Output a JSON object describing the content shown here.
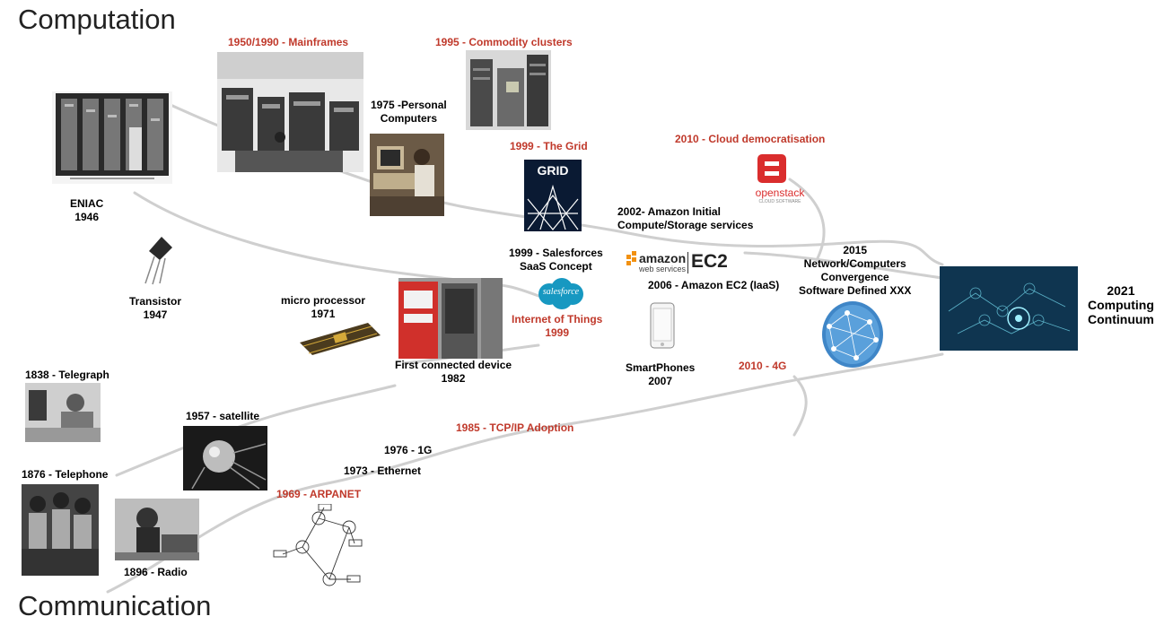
{
  "headings": {
    "top": "Computation",
    "bottom": "Communication"
  },
  "computation_milestones": {
    "mainframes": "1950/1990 - Mainframes",
    "clusters": "1995 - Commodity clusters",
    "pc_line1": "1975 -Personal",
    "pc_line2": "Computers",
    "grid": "1999 - The Grid",
    "cloud": "2010 - Cloud  democratisation",
    "eniac_line1": "ENIAC",
    "eniac_line2": "1946",
    "amazon_initial_line1": "2002- Amazon Initial",
    "amazon_initial_line2": "Compute/Storage services",
    "salesforce_line1": "1999 - Salesforces",
    "salesforce_line2": "SaaS Concept",
    "convergence_year": "2015",
    "convergence_line1": "Network/Computers",
    "convergence_line2": "Convergence",
    "convergence_line3": "Software Defined XXX",
    "ec2": "2006 - Amazon EC2 (IaaS)",
    "transistor_line1": "Transistor",
    "transistor_line2": "1947",
    "microprocessor_line1": "micro processor",
    "microprocessor_line2": "1971",
    "iot_line1": "Internet of Things",
    "iot_line2": "1999",
    "first_device_line1": "First connected device",
    "first_device_line2": "1982",
    "smartphones_line1": "SmartPhones",
    "smartphones_line2": "2007"
  },
  "communication_milestones": {
    "telegraph": "1838 - Telegraph",
    "satellite": "1957 - satellite",
    "telephone": "1876 - Telephone",
    "radio": "1896 - Radio",
    "arpanet": "1969 - ARPANET",
    "one_g": "1976 - 1G",
    "ethernet": "1973 - Ethernet",
    "tcpip": "1985 - TCP/IP Adoption",
    "four_g": "2010 - 4G"
  },
  "outcome": {
    "line1": "2021",
    "line2": "Computing",
    "line3": "Continuum"
  },
  "logos": {
    "grid_text": "GRID",
    "openstack_text": "openstack",
    "openstack_sub": "CLOUD SOFTWARE",
    "amazon_text": "amazon",
    "amazon_sub": "web services",
    "ec2_text": "EC2",
    "salesforce_text": "salesforce"
  },
  "colors": {
    "highlight": "#c0392b",
    "arrow": "#c8c8c8",
    "continuum": "#0f3550"
  }
}
